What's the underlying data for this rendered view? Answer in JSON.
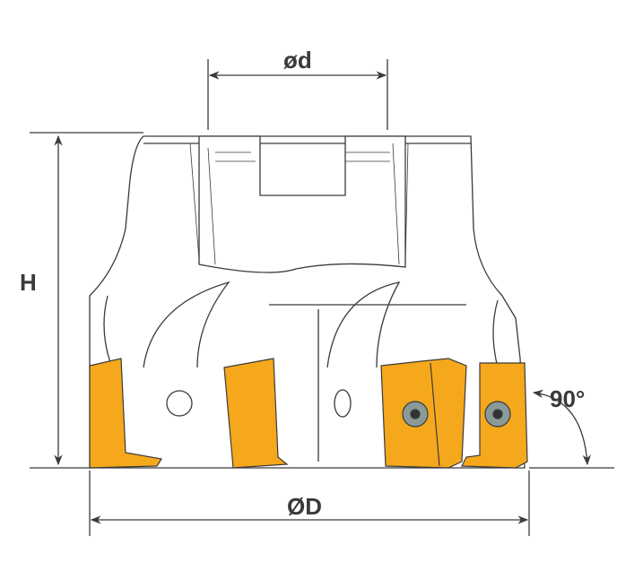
{
  "labels": {
    "bore_diameter": "ød",
    "height": "H",
    "cutter_diameter": "ØD",
    "angle": "90°"
  },
  "colors": {
    "insert": "#F5A81C",
    "line": "#3a3a3a",
    "screw": "#8a9a98"
  }
}
